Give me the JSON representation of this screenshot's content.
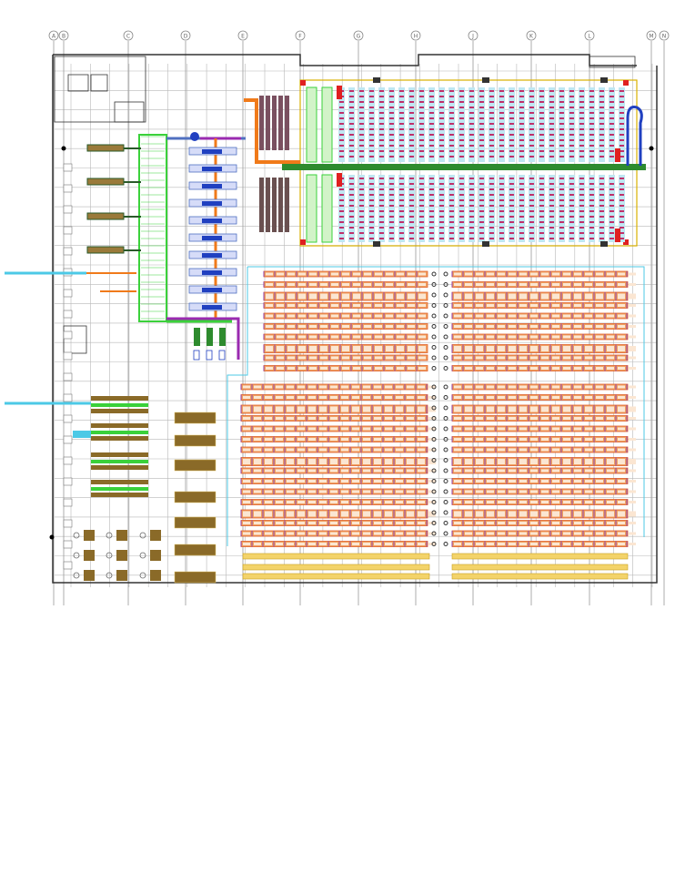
{
  "drawing": {
    "type": "warehouse floor plan (CAD layout)",
    "column_grid_labels": [
      "A",
      "B",
      "C",
      "D",
      "E",
      "F",
      "G",
      "H",
      "J",
      "K",
      "L",
      "M",
      "N"
    ],
    "colors": {
      "grid": "#b8b8b8",
      "walls": "#333333",
      "rack_orange": "#f0a060",
      "rack_frame": "#e0602a",
      "rack_upright": "#7a30c0",
      "shelving_blue": "#bfe6f2",
      "shelving_bin": "#c0306a",
      "conveyor_green": "#2e8b2e",
      "zone_green": "#3ad13a",
      "pallet_brown": "#8a6a28",
      "yellow_rack": "#f3d36a",
      "fire_line_cyan": "#4cc9e6",
      "orange_conveyor": "#f07a1a",
      "blue_conveyor": "#2040c0",
      "purple_conveyor": "#9a2ab0",
      "alarm_red": "#e02020"
    }
  }
}
